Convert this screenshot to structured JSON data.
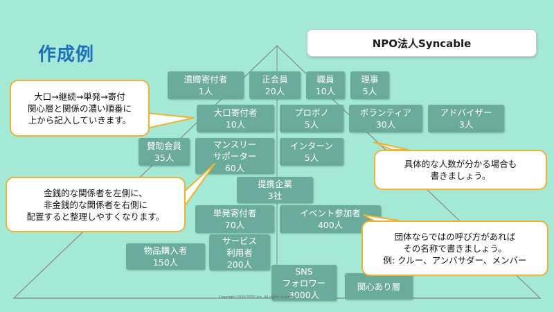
{
  "title": "作成例",
  "org_name": "NPO法人Syncable",
  "tiers": [
    [
      "遺贈寄付者",
      "1人"
    ],
    [
      "正会員",
      "20人"
    ],
    [
      "職員",
      "10人"
    ],
    [
      "理事",
      "5人"
    ],
    [
      "大口寄付者",
      "10人"
    ],
    [
      "プロボノ",
      "5人"
    ],
    [
      "ボランティア",
      "30人"
    ],
    [
      "アドバイザー",
      "3人"
    ],
    [
      "賛助会員",
      "35人"
    ],
    [
      "マンスリー",
      "サポーター",
      "60人"
    ],
    [
      "インターン",
      "5人"
    ],
    [
      "提携企業",
      "3社"
    ],
    [
      "単発寄付者",
      "70人"
    ],
    [
      "イベント参加者",
      "400人"
    ],
    [
      "物品購入者",
      "150人"
    ],
    [
      "サービス",
      "利用者",
      "200人"
    ],
    [
      "SNS",
      "フォロワー",
      "3000人"
    ],
    [
      "関心あり層"
    ]
  ],
  "callouts": {
    "order": [
      "大口→継続→単発→寄付",
      "関心層と関係の濃い順番に",
      "上から記入していきます。"
    ],
    "side": [
      "金銭的な関係者を左側に、",
      "非金銭的な関係者を右側に",
      "配置すると整理しやすくなります。"
    ],
    "count": [
      "具体的な人数が分かる場合も",
      "書きましょう。"
    ],
    "naming": [
      "団体ならではの呼び方があれば",
      "その名称で書きましょう。",
      "例: クルー、アンバサダー、メンバー"
    ]
  },
  "copyright": "Copyright 2020 STYZ Inc. All rights reserved."
}
